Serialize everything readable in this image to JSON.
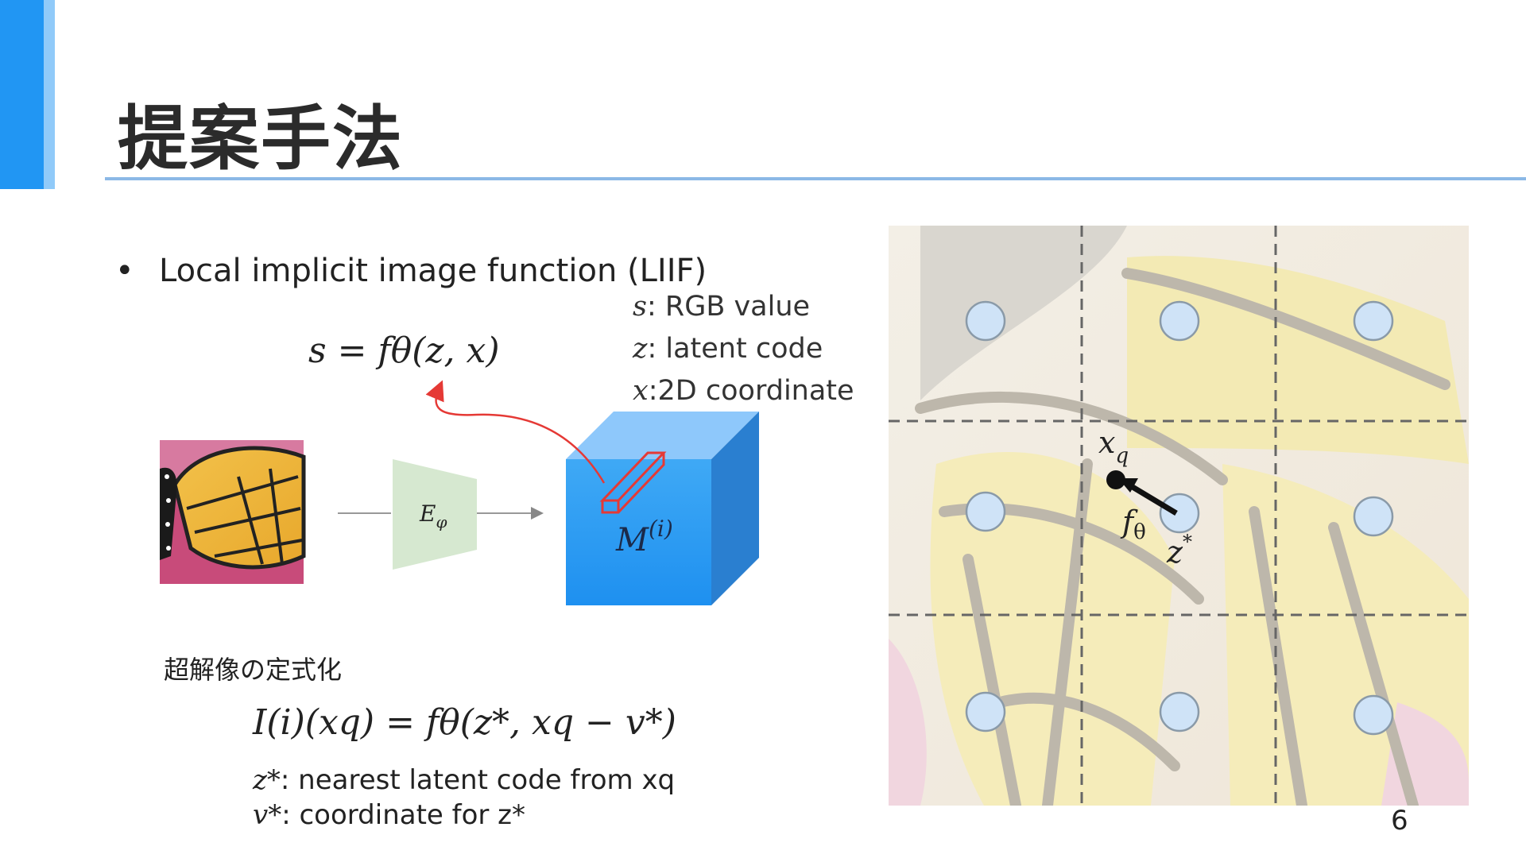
{
  "slide": {
    "title": "提案手法",
    "page_number": "6",
    "accent_color": "#2196f3"
  },
  "bullet": {
    "text": "Local implicit image function (LIIF)"
  },
  "formula_main": "s =  fθ(z, x)",
  "legend": [
    {
      "symbol": "s",
      "text": ": RGB value"
    },
    {
      "symbol": "z",
      "text": ": latent code"
    },
    {
      "symbol": "x",
      "text": ":2D coordinate"
    }
  ],
  "diagram": {
    "encoder_label": "E",
    "encoder_subscript": "φ",
    "feature_label": "M",
    "feature_superscript": "(i)"
  },
  "subheading": "超解像の定式化",
  "formula_sr": "I(i)(xq) =  fθ(z*, xq − v*)",
  "definitions": [
    {
      "symbol": "z*",
      "text": ": nearest latent code from xq"
    },
    {
      "symbol": "v*",
      "text": ": coordinate for z*"
    }
  ],
  "grid_labels": {
    "query": "x",
    "query_sub": "q",
    "function": "f",
    "function_sub": "θ",
    "nearest": "z",
    "nearest_sup": "*"
  }
}
